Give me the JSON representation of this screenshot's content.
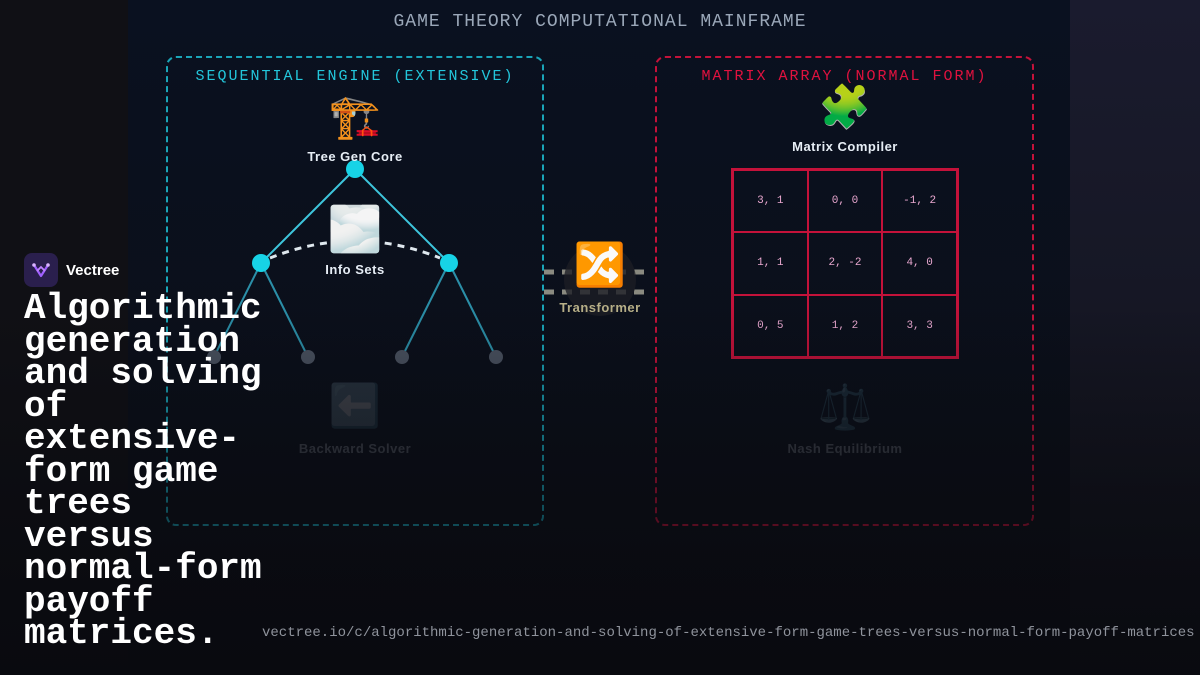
{
  "header": {
    "title": "GAME THEORY COMPUTATIONAL MAINFRAME"
  },
  "extensive_panel": {
    "title": "SEQUENTIAL ENGINE (EXTENSIVE)",
    "nodes": {
      "tree_gen": {
        "icon": "🏗️",
        "label": "Tree Gen Core"
      },
      "info_sets": {
        "icon": "🌫️",
        "label": "Info Sets"
      },
      "backward_solver": {
        "icon": "⬅️",
        "label": "Backward Solver"
      }
    }
  },
  "transformer": {
    "icon": "🔀",
    "label": "Transformer"
  },
  "normal_panel": {
    "title": "MATRIX ARRAY (NORMAL FORM)",
    "nodes": {
      "matrix_compiler": {
        "icon": "🧩",
        "label": "Matrix Compiler"
      },
      "nash": {
        "icon": "⚖️",
        "label": "Nash Equilibrium"
      }
    },
    "matrix": [
      [
        "3, 1",
        "0, 0",
        "-1, 2"
      ],
      [
        "1, 1",
        "2, -2",
        "4, 0"
      ],
      [
        "0, 5",
        "1, 2",
        "3, 3"
      ]
    ]
  },
  "brand": {
    "name": "Vectree",
    "headline": "Algorithmic generation and solving of extensive-form game trees versus normal-form payoff matrices.",
    "url": "vectree.io/c/algorithmic-generation-and-solving-of-extensive-form-game-trees-versus-normal-form-payoff-matrices"
  },
  "colors": {
    "teal": "#1aa5b8",
    "crimson": "#c4123a",
    "node_active": "#17d3e6",
    "node_leaf": "#4a5260"
  }
}
